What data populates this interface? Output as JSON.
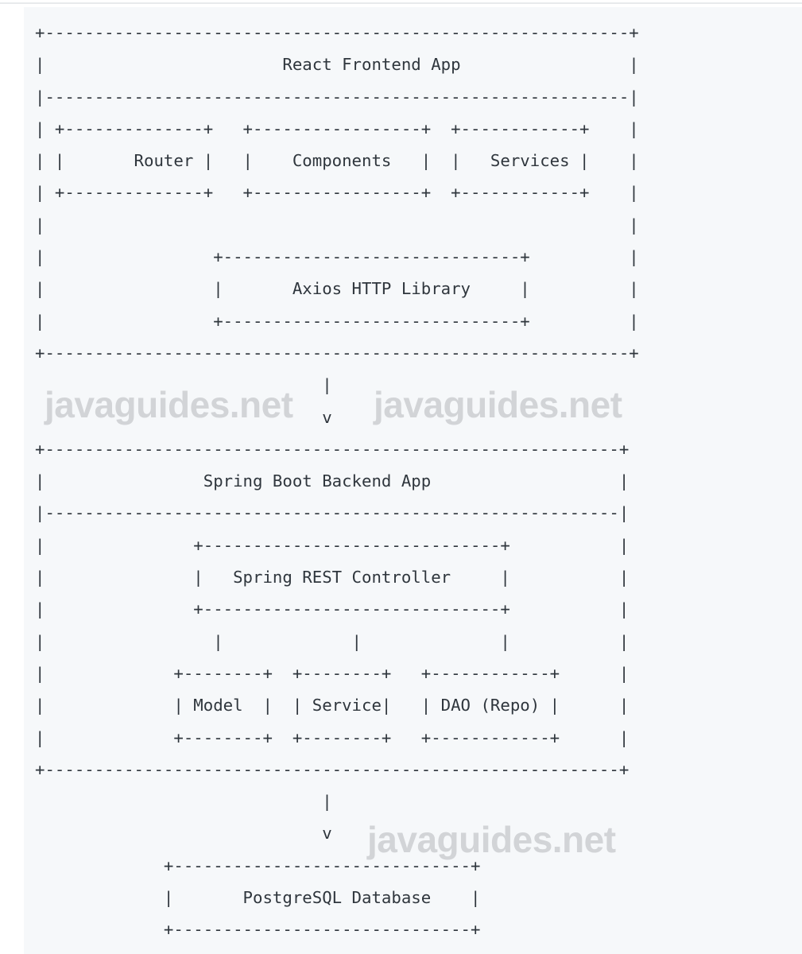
{
  "page": {
    "background": "#ffffff",
    "top_rule_color": "#e8eaec"
  },
  "code_block": {
    "background": "#f6f8fa",
    "text_color": "#2f363d"
  },
  "watermark": {
    "text": "javaguides.net",
    "color": "#d2d4d7"
  },
  "ascii": {
    "lines": [
      "+-----------------------------------------------------------+",
      "|                        React Frontend App                 |",
      "|-----------------------------------------------------------|",
      "| +--------------+   +-----------------+  +------------+    |",
      "| |       Router |   |    Components   |  |   Services |    |",
      "| +--------------+   +-----------------+  +------------+    |",
      "|                                                           |",
      "|                 +------------------------------+          |",
      "|                 |       Axios HTTP Library     |          |",
      "|                 +------------------------------+          |",
      "+-----------------------------------------------------------+",
      "                             |",
      "                             v",
      "+----------------------------------------------------------+",
      "|                Spring Boot Backend App                   |",
      "|----------------------------------------------------------|",
      "|               +------------------------------+           |",
      "|               |   Spring REST Controller     |           |",
      "|               +------------------------------+           |",
      "|                 |             |              |           |",
      "|             +--------+  +--------+   +------------+      |",
      "|             | Model  |  | Service|   | DAO (Repo) |      |",
      "|             +--------+  +--------+   +------------+      |",
      "+----------------------------------------------------------+",
      "                             |",
      "                             v",
      "             +------------------------------+",
      "             |       PostgreSQL Database    |",
      "             +------------------------------+"
    ]
  },
  "diagram": {
    "sections": [
      {
        "title": "React Frontend App",
        "components": [
          "Router",
          "Components",
          "Services",
          "Axios HTTP Library"
        ]
      },
      {
        "title": "Spring Boot Backend App",
        "components": [
          "Spring REST Controller",
          "Model",
          "Service",
          "DAO (Repo)"
        ]
      },
      {
        "title": "PostgreSQL Database",
        "components": []
      }
    ],
    "arrows": [
      {
        "from": "React Frontend App",
        "to": "Spring Boot Backend App"
      },
      {
        "from": "Spring Boot Backend App",
        "to": "PostgreSQL Database"
      }
    ]
  }
}
